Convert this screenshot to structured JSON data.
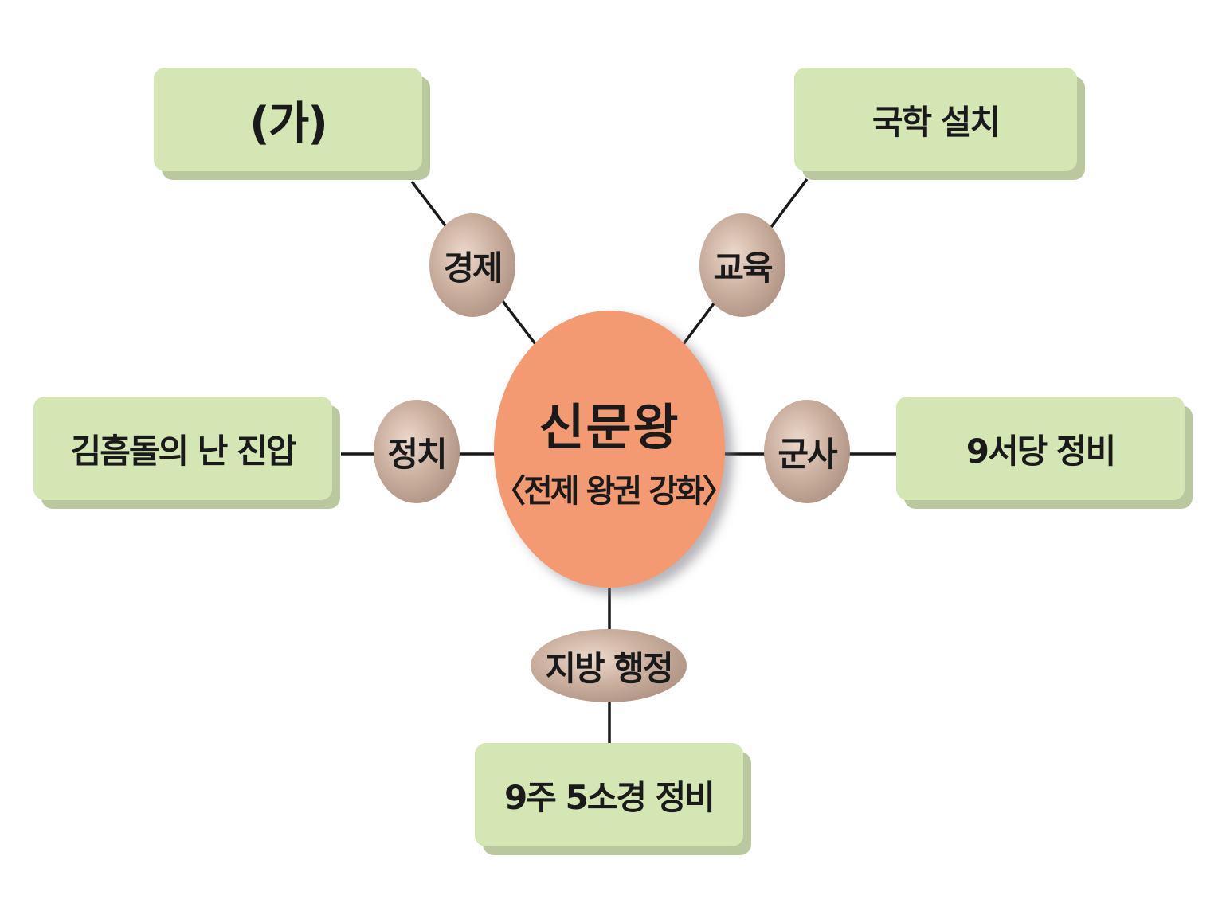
{
  "center": {
    "title": "신문왕",
    "subtitle": "〈전제 왕권 강화〉"
  },
  "branches": {
    "economy": {
      "category": "경제",
      "content": "(가)"
    },
    "education": {
      "category": "교육",
      "content": "국학 설치"
    },
    "politics": {
      "category": "정치",
      "content": "김흠돌의 난 진압"
    },
    "military": {
      "category": "군사",
      "content": "9서당 정비"
    },
    "local_admin": {
      "category": "지방 행정",
      "content": "9주 5소경 정비"
    }
  },
  "colors": {
    "box": "#d5e6b5",
    "center": "#f49a73",
    "oval": "#c9ad9d"
  }
}
